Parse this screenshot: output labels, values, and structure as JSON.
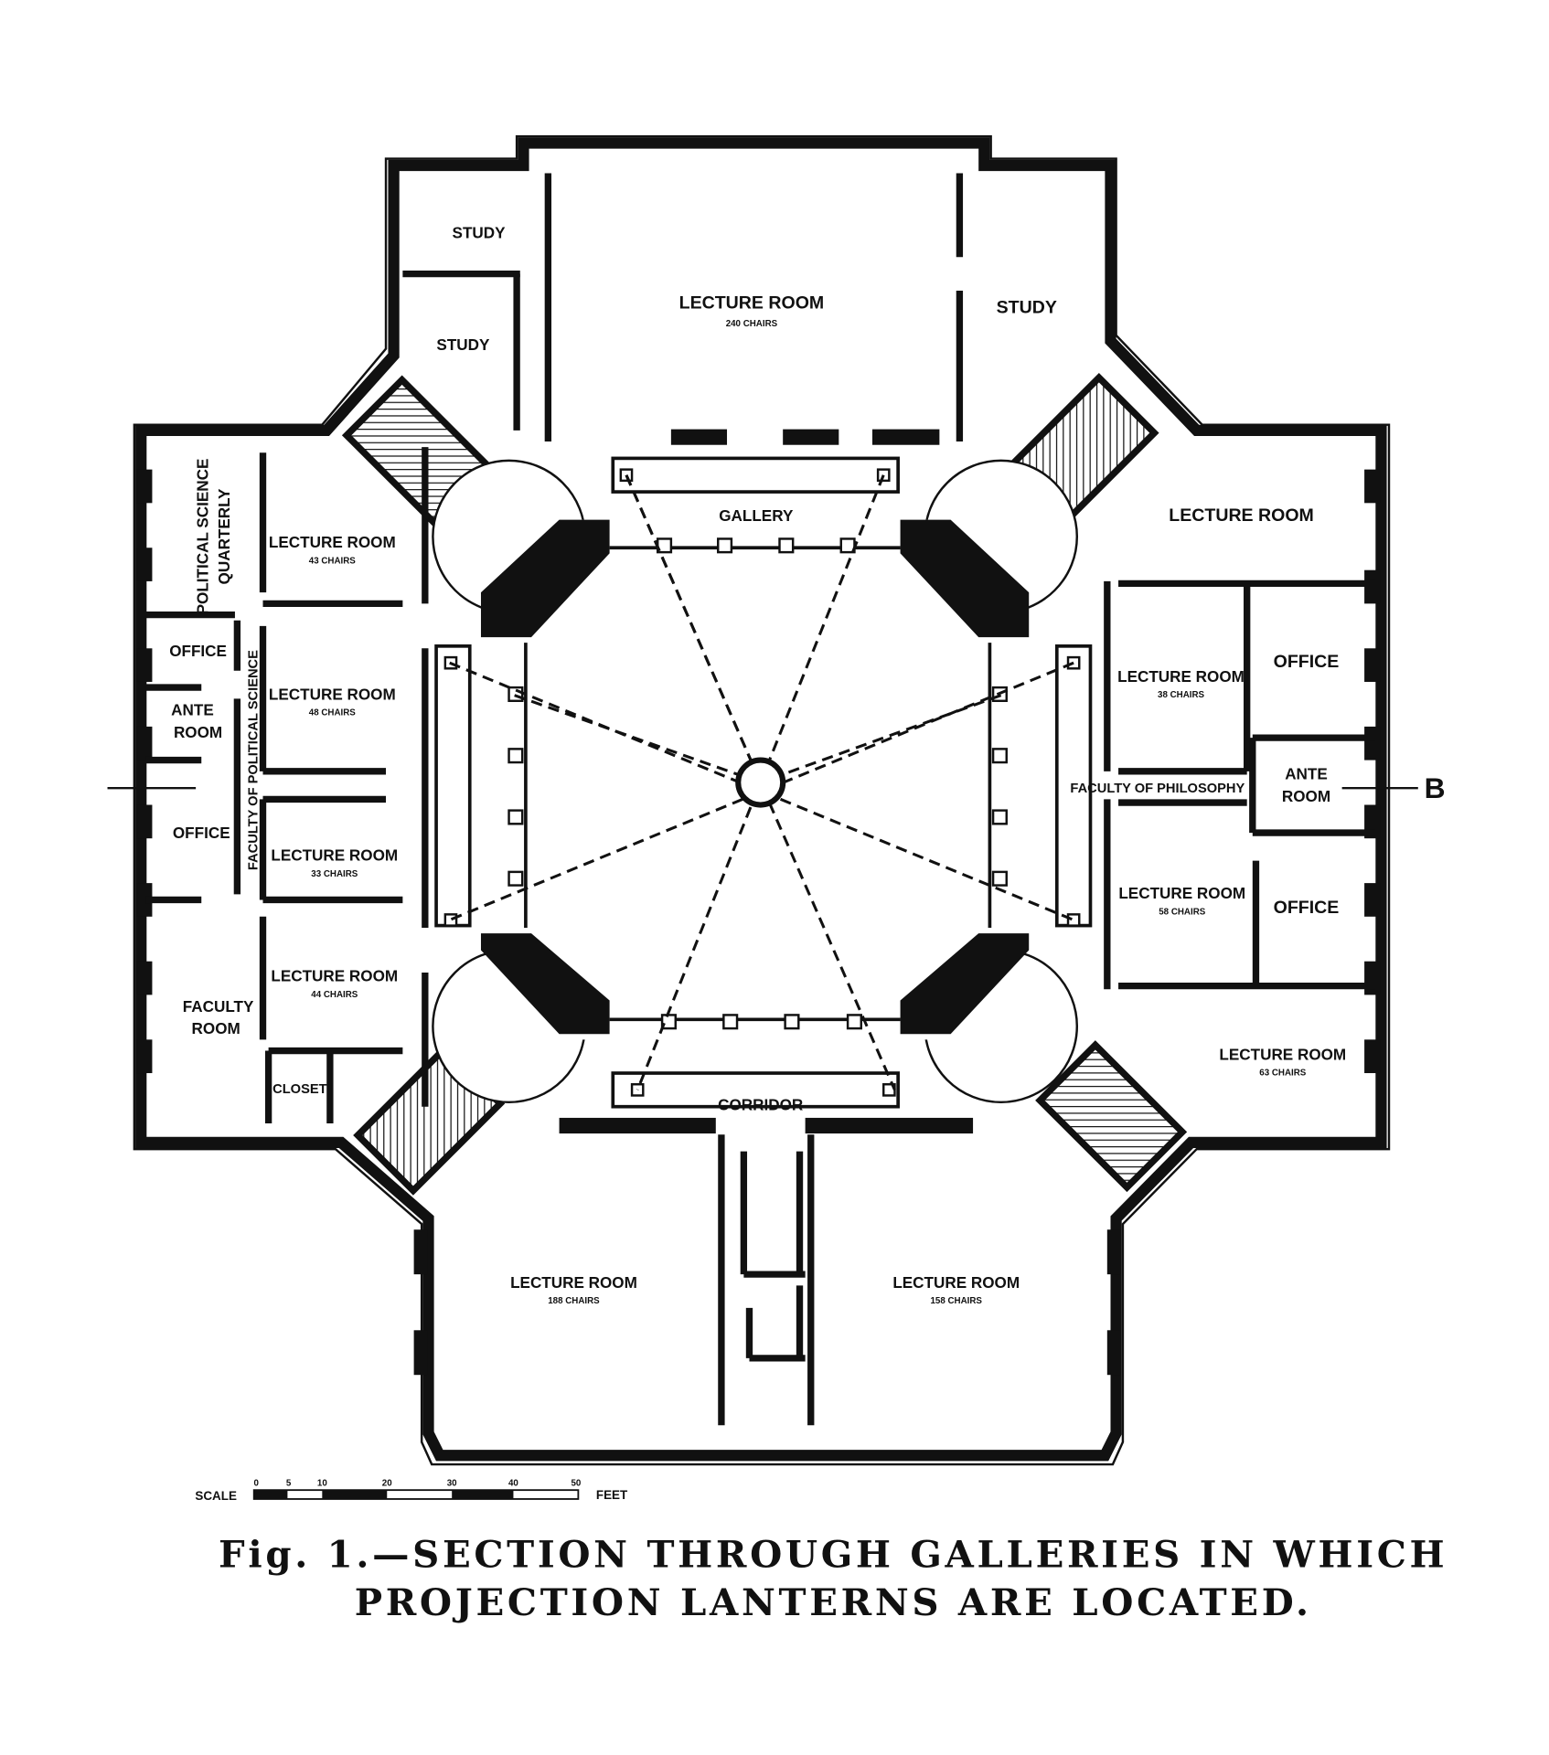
{
  "rooms": {
    "study_top_left": "STUDY",
    "study_left": "STUDY",
    "study_right": "STUDY",
    "lecture_top": {
      "name": "LECTURE ROOM",
      "chairs": "240 CHAIRS"
    },
    "gallery": "GALLERY",
    "corridor": "CORRIDOR",
    "left": {
      "quarterly_line1": "POLITICAL SCIENCE",
      "quarterly_line2": "QUARTERLY",
      "office1": "OFFICE",
      "ante_line1": "ANTE",
      "ante_line2": "ROOM",
      "office2": "OFFICE",
      "faculty_room_line1": "FACULTY",
      "faculty_room_line2": "ROOM",
      "closet": "CLOSET",
      "faculty_corridor": "FACULTY OF POLITICAL SCIENCE",
      "lecture1": {
        "name": "LECTURE ROOM",
        "chairs": "43 CHAIRS"
      },
      "lecture2": {
        "name": "LECTURE ROOM",
        "chairs": "48 CHAIRS"
      },
      "lecture3": {
        "name": "LECTURE ROOM",
        "chairs": "33 CHAIRS"
      },
      "lecture4": {
        "name": "LECTURE ROOM",
        "chairs": "44 CHAIRS"
      }
    },
    "right": {
      "lecture_top": "LECTURE ROOM",
      "lecture1": {
        "name": "LECTURE ROOM",
        "chairs": "38 CHAIRS"
      },
      "lecture2": {
        "name": "LECTURE ROOM",
        "chairs": "58 CHAIRS"
      },
      "lecture3": {
        "name": "LECTURE ROOM",
        "chairs": "63 CHAIRS"
      },
      "office1": "OFFICE",
      "office2": "OFFICE",
      "ante_line1": "ANTE",
      "ante_line2": "ROOM",
      "faculty_corridor": "FACULTY OF PHILOSOPHY"
    },
    "bottom_left": {
      "name": "LECTURE ROOM",
      "chairs": "188 CHAIRS"
    },
    "bottom_right": {
      "name": "LECTURE ROOM",
      "chairs": "158 CHAIRS"
    }
  },
  "section_marker": "B",
  "scale": {
    "label": "SCALE",
    "ticks": [
      "0",
      "5",
      "10",
      "20",
      "30",
      "40",
      "50"
    ],
    "unit": "FEET"
  },
  "caption": {
    "line1": "Fig. 1.—SECTION THROUGH GALLERIES IN WHICH",
    "line2": "PROJECTION LANTERNS ARE LOCATED."
  }
}
